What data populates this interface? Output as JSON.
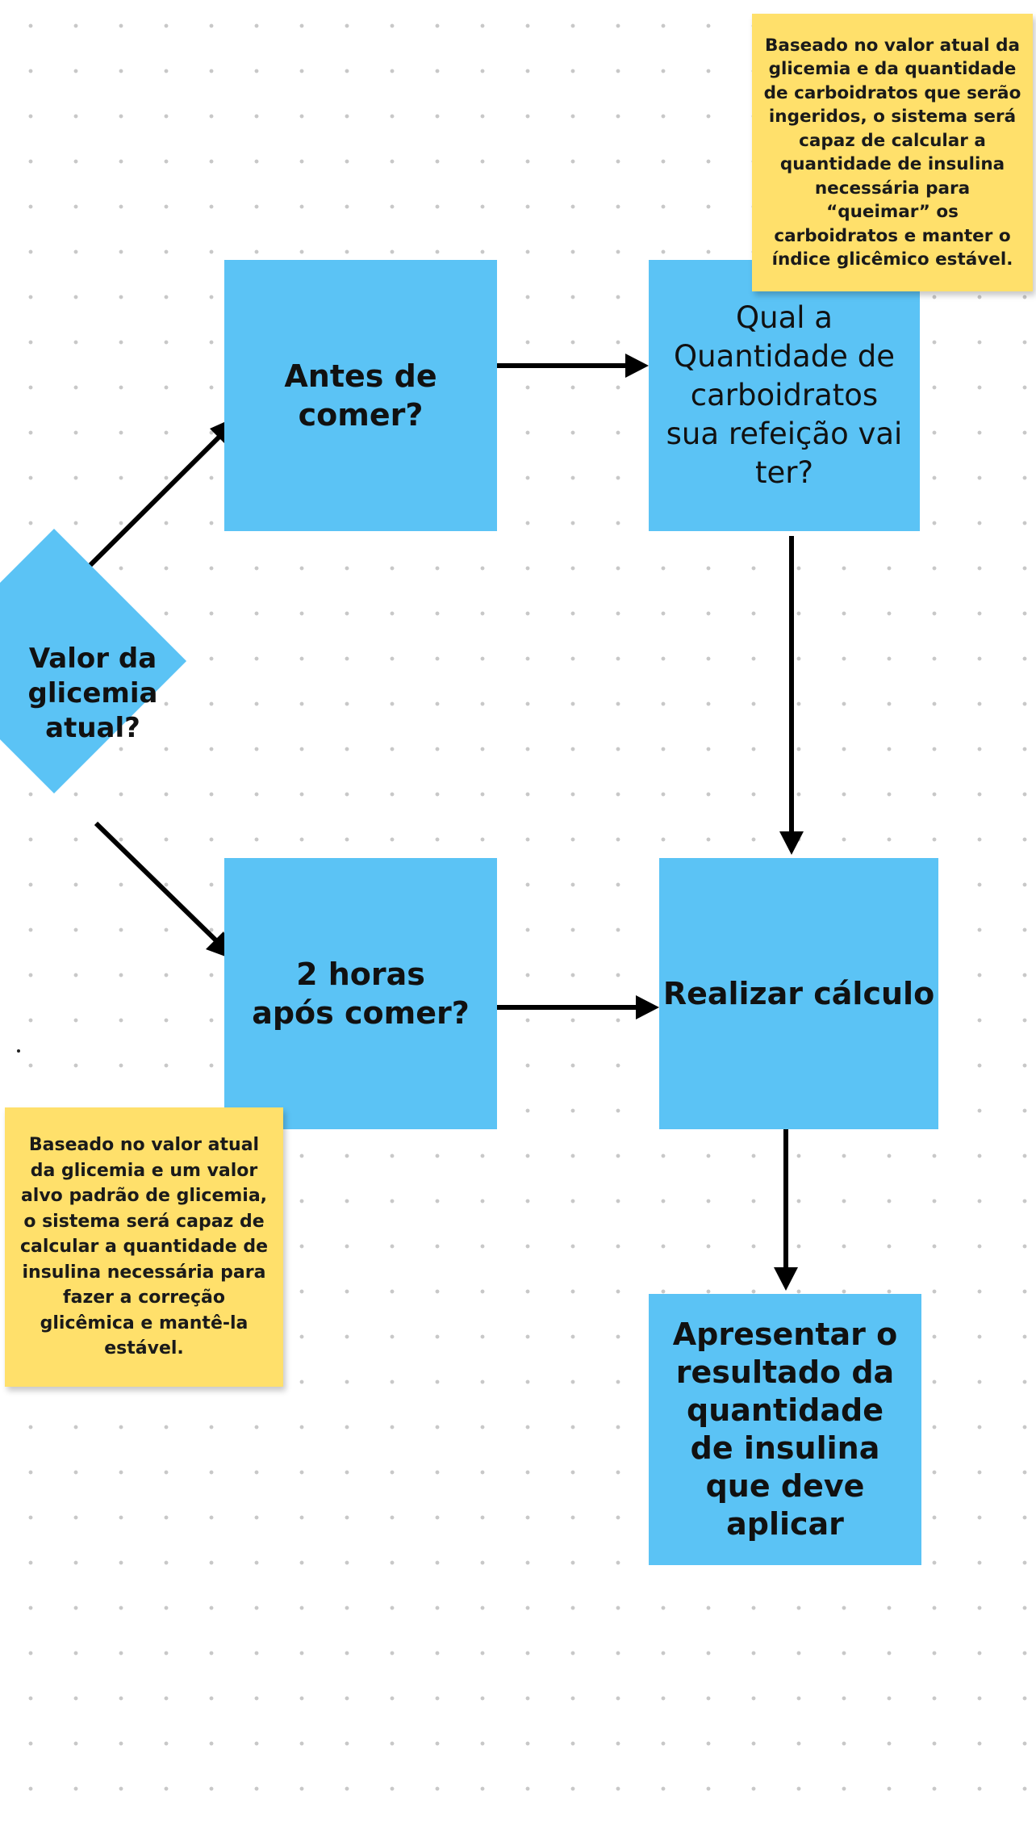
{
  "nodes": {
    "decision_glicemia": {
      "label": "Valor da glicemia atual?"
    },
    "antes_comer": {
      "label": "Antes de comer?"
    },
    "qual_quantidade": {
      "label": "Qual a Quantidade de carboidratos sua refeição vai ter?"
    },
    "duas_horas": {
      "label": "2 horas após comer?"
    },
    "realizar_calculo": {
      "label": "Realizar cálculo"
    },
    "apresentar_resultado": {
      "label": "Apresentar o resultado da quantidade de insulina que deve aplicar"
    }
  },
  "notes": {
    "top": {
      "text": "Baseado no valor atual da glicemia e da quantidade de carboidratos que serão ingeridos,  o sistema será capaz de calcular a quantidade de insulina necessária para “queimar” os carboidratos e manter o índice glicêmico estável."
    },
    "bottom": {
      "text": "Baseado no valor atual da glicemia e um valor alvo padrão de glicemia, o sistema será capaz de calcular a quantidade de insulina necessária para fazer a correção glicêmica e mantê-la estável."
    }
  },
  "colors": {
    "shape_fill": "#5bc3f5",
    "note_fill": "#ffe06b",
    "connector": "#000000"
  },
  "edges": [
    {
      "from": "decision_glicemia",
      "to": "antes_comer"
    },
    {
      "from": "decision_glicemia",
      "to": "duas_horas"
    },
    {
      "from": "antes_comer",
      "to": "qual_quantidade"
    },
    {
      "from": "qual_quantidade",
      "to": "realizar_calculo"
    },
    {
      "from": "duas_horas",
      "to": "realizar_calculo"
    },
    {
      "from": "realizar_calculo",
      "to": "apresentar_resultado"
    }
  ]
}
